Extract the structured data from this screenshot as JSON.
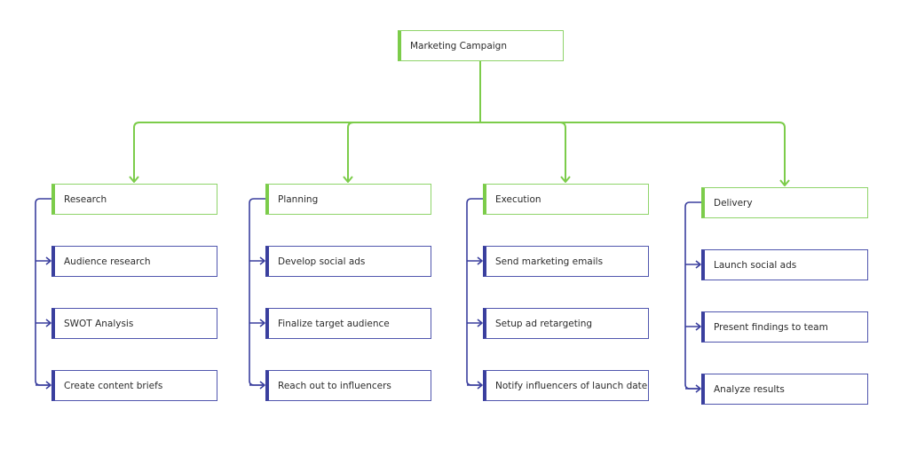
{
  "root": {
    "label": "Marketing Campaign"
  },
  "columns": [
    {
      "title": "Research",
      "items": [
        "Audience research",
        "SWOT Analysis",
        "Create content briefs"
      ]
    },
    {
      "title": "Planning",
      "items": [
        "Develop social ads",
        "Finalize target audience",
        "Reach out to influencers"
      ]
    },
    {
      "title": "Execution",
      "items": [
        "Send marketing emails",
        "Setup ad retargeting",
        "Notify influencers of launch date"
      ]
    },
    {
      "title": "Delivery",
      "items": [
        "Launch social ads",
        "Present findings to team",
        "Analyze results"
      ]
    }
  ],
  "colors": {
    "green": "#7ccc4a",
    "blue": "#3a3f9e"
  }
}
